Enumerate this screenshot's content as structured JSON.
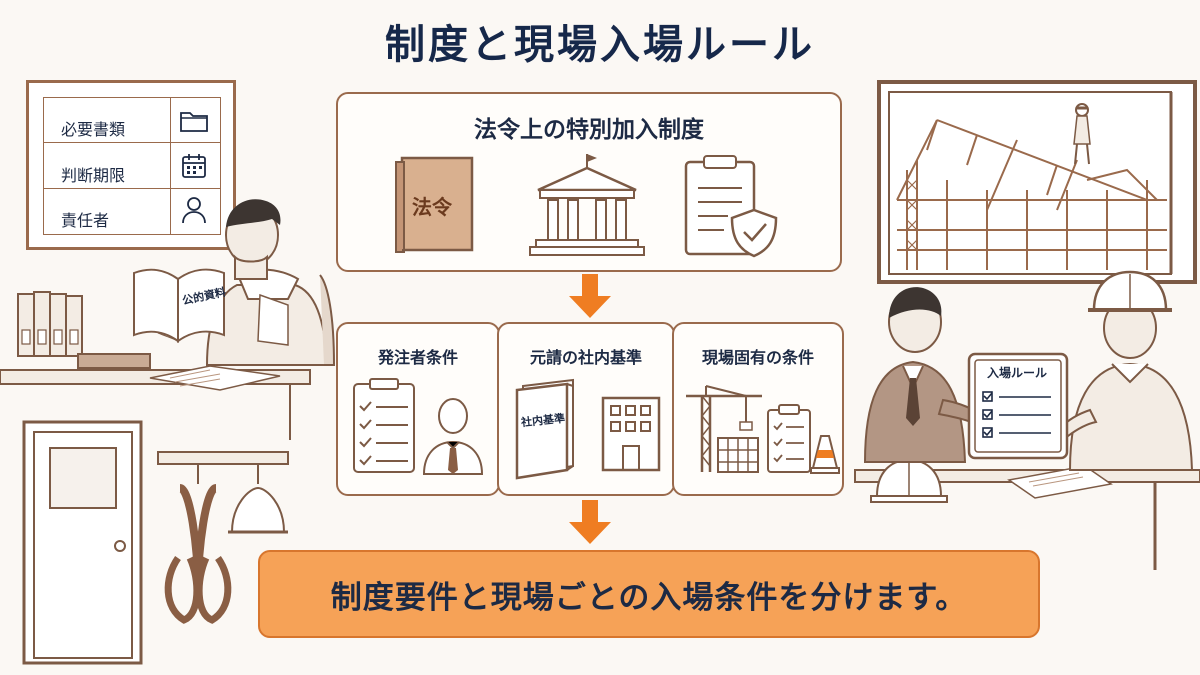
{
  "title": "制度と現場入場ルール",
  "law_box": {
    "title": "法令上の特別加入制度",
    "book_label": "法令",
    "icons": [
      "law-book-icon",
      "government-building-icon",
      "clipboard-shield-icon"
    ]
  },
  "condition_boxes": [
    {
      "title": "発注者条件",
      "icons": [
        "checklist-icon",
        "client-person-icon"
      ]
    },
    {
      "title": "元請の社内基準",
      "doc_label": "社内基準",
      "icons": [
        "binder-icon",
        "office-building-icon"
      ]
    },
    {
      "title": "現場固有の条件",
      "icons": [
        "crane-icon",
        "site-checklist-icon",
        "traffic-cone-icon"
      ]
    }
  ],
  "result_text": "制度要件と現場ごとの入場条件を分けます。",
  "left_scene": {
    "board_rows": [
      {
        "label": "必要書類",
        "icon": "folder-icon"
      },
      {
        "label": "判断期限",
        "icon": "calendar-icon"
      },
      {
        "label": "責任者",
        "icon": "person-icon"
      }
    ],
    "book_label": "公的資料"
  },
  "right_scene": {
    "sheet_title": "入場ルール"
  },
  "colors": {
    "accent_orange": "#f6a257",
    "arrow_orange": "#ef7d22",
    "line_brown": "#9a6a4c",
    "title_navy": "#16284a"
  }
}
